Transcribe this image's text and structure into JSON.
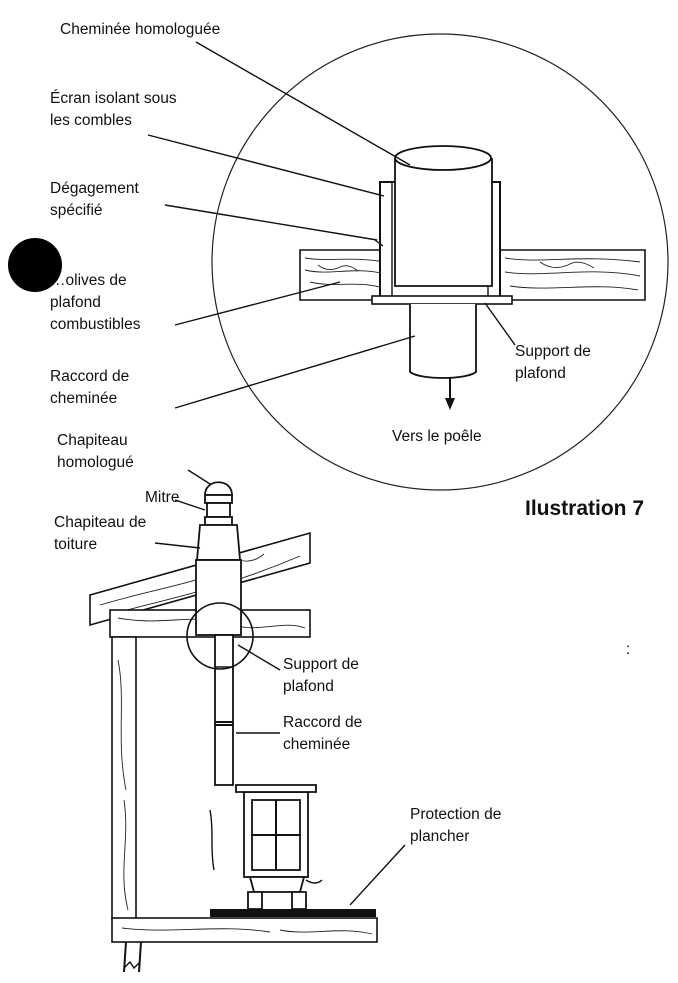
{
  "figure": {
    "title": "Ilustration 7"
  },
  "detail_labels": {
    "chimney": "Cheminée homologuée",
    "insulation_line1": "Écran isolant sous",
    "insulation_line2": "les combles",
    "clearance_line1": "Dégagement",
    "clearance_line2": "spécifié",
    "joists_line1": "…olives de",
    "joists_line2": "plafond",
    "joists_line3": "combustibles",
    "connector_line1": "Raccord de",
    "connector_line2": "cheminée",
    "support_line1": "Support de",
    "support_line2": "plafond",
    "to_stove": "Vers le poêle"
  },
  "overview_labels": {
    "cap_line1": "Chapiteau",
    "cap_line2": "homologué",
    "mitre": "Mitre",
    "roof_cap_line1": "Chapiteau de",
    "roof_cap_line2": "toiture",
    "support_line1": "Support de",
    "support_line2": "plafond",
    "connector_line1": "Raccord de",
    "connector_line2": "cheminée",
    "floor_line1": "Protection de",
    "floor_line2": "plancher"
  },
  "stray_mark": ":"
}
